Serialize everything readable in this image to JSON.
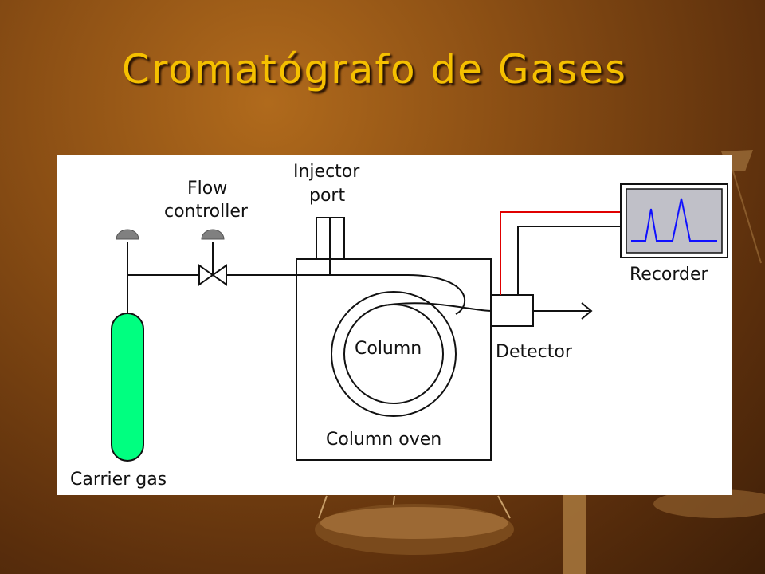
{
  "slide": {
    "title": "Cromatógrafo de Gases",
    "title_color": "#f5c000",
    "background_color": "#6a3a10"
  },
  "diagram": {
    "labels": {
      "flow_controller_line1": "Flow",
      "flow_controller_line2": "controller",
      "injector_port_line1": "Injector",
      "injector_port_line2": "port",
      "column": "Column",
      "column_oven": "Column oven",
      "detector": "Detector",
      "recorder": "Recorder",
      "carrier_gas": "Carrier gas"
    },
    "colors": {
      "gas_cylinder": "#00ff80",
      "signal_wire": "#e00000",
      "chromatogram_trace": "#1010ff",
      "recorder_screen": "#c0c0c8",
      "regulator_knob": "#808080"
    }
  }
}
